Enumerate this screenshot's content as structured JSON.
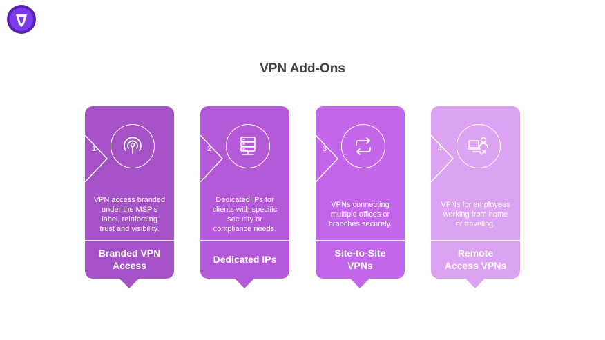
{
  "title": "VPN Add-Ons",
  "brand_color": "#6d28d9",
  "cards": [
    {
      "number": "1",
      "icon": "access-point-lock-icon",
      "description": "VPN access branded\nunder the MSP's\nlabel, reinforcing\ntrust and visibility.",
      "label": "Branded VPN\nAccess",
      "color": "#a452c6"
    },
    {
      "number": "2",
      "icon": "server-stack-icon",
      "description": "Dedicated IPs for\nclients with specific\nsecurity or\ncompliance needs.",
      "label": "Dedicated IPs",
      "color": "#b45ad9"
    },
    {
      "number": "3",
      "icon": "sync-arrows-icon",
      "description": "VPNs connecting\nmultiple offices or\nbranches securely.",
      "label": "Site-to-Site\nVPNs",
      "color": "#c466ea"
    },
    {
      "number": "4",
      "icon": "remote-worker-icon",
      "description": "VPNs for employees\nworking from home\nor traveling.",
      "label": "Remote\nAccess VPNs",
      "color": "#dca3f2"
    }
  ]
}
